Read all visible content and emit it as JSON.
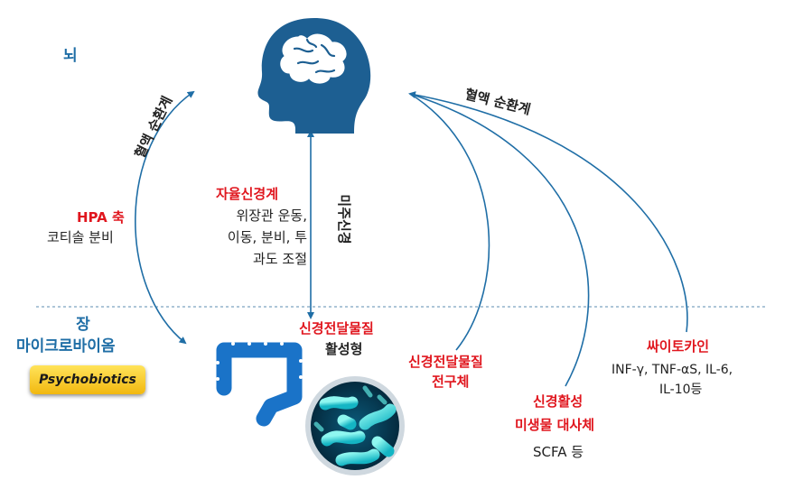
{
  "brain": {
    "label": "뇌"
  },
  "left_arrow": {
    "label": "혈액 순환계"
  },
  "hpa": {
    "title": "HPA 축",
    "desc": "코티솔 분비"
  },
  "autonomic": {
    "title": "자율신경계",
    "lines": [
      "위장관 운동,",
      "이동, 분비, 투",
      "과도 조절"
    ]
  },
  "vagus": {
    "label": "미주신경"
  },
  "right_arrow": {
    "label": "혈액 순환계"
  },
  "gut": {
    "title_line1": "장",
    "title_line2": "마이크로바이옴",
    "badge": "Psychobiotics"
  },
  "neurotransmitter_active": {
    "line1": "신경전달물질",
    "line2": "활성형"
  },
  "neurotransmitter_precursor": {
    "line1": "신경전달물질",
    "line2": "전구체"
  },
  "metabolites": {
    "line1": "신경활성",
    "line2": "미생물 대사체",
    "desc": "SCFA 등"
  },
  "cytokines": {
    "title": "싸이토카인",
    "line1": "INF-γ, TNF-αS, IL-6,",
    "line2": "IL-10등"
  },
  "icons": [
    "head-brain-icon",
    "intestine-icon",
    "bacteria-circle-icon"
  ],
  "colors": {
    "arrow": "#1f6ea6",
    "emphasis": "#e0161e",
    "gut_blue": "#1a73c8",
    "badge": "#f5c21b"
  }
}
